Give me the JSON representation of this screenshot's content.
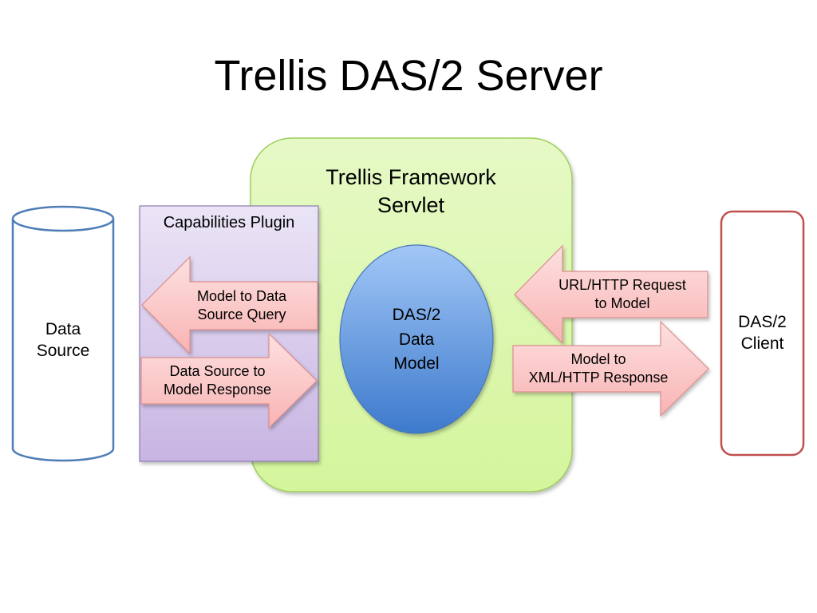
{
  "slide": {
    "title": "Trellis DAS/2 Server"
  },
  "diagram": {
    "data_source": {
      "line1": "Data",
      "line2": "Source"
    },
    "capabilities_plugin": {
      "label": "Capabilities Plugin",
      "arrow_query": {
        "line1": "Model to Data",
        "line2": "Source Query"
      },
      "arrow_response": {
        "line1": "Data Source to",
        "line2": "Model Response"
      }
    },
    "framework_servlet": {
      "line1": "Trellis Framework",
      "line2": "Servlet"
    },
    "data_model": {
      "line1": "DAS/2",
      "line2": "Data",
      "line3": "Model"
    },
    "arrow_request": {
      "line1": "URL/HTTP Request",
      "line2": "to Model"
    },
    "arrow_xml_response": {
      "line1": "Model to",
      "line2": "XML/HTTP Response"
    },
    "client": {
      "line1": "DAS/2",
      "line2": "Client"
    },
    "colors": {
      "servlet_fill": "#d9f5a8",
      "servlet_border": "#9bcf5a",
      "plugin_fill": "#d8c9ec",
      "plugin_border": "#8d7ab0",
      "arrow_fill": "#fcc8c8",
      "arrow_border": "#d98e8e",
      "cylinder_border": "#4f7db8",
      "client_border": "#c0504d",
      "ellipse_top": "#9ec4f5",
      "ellipse_bottom": "#3f7fd0"
    }
  }
}
